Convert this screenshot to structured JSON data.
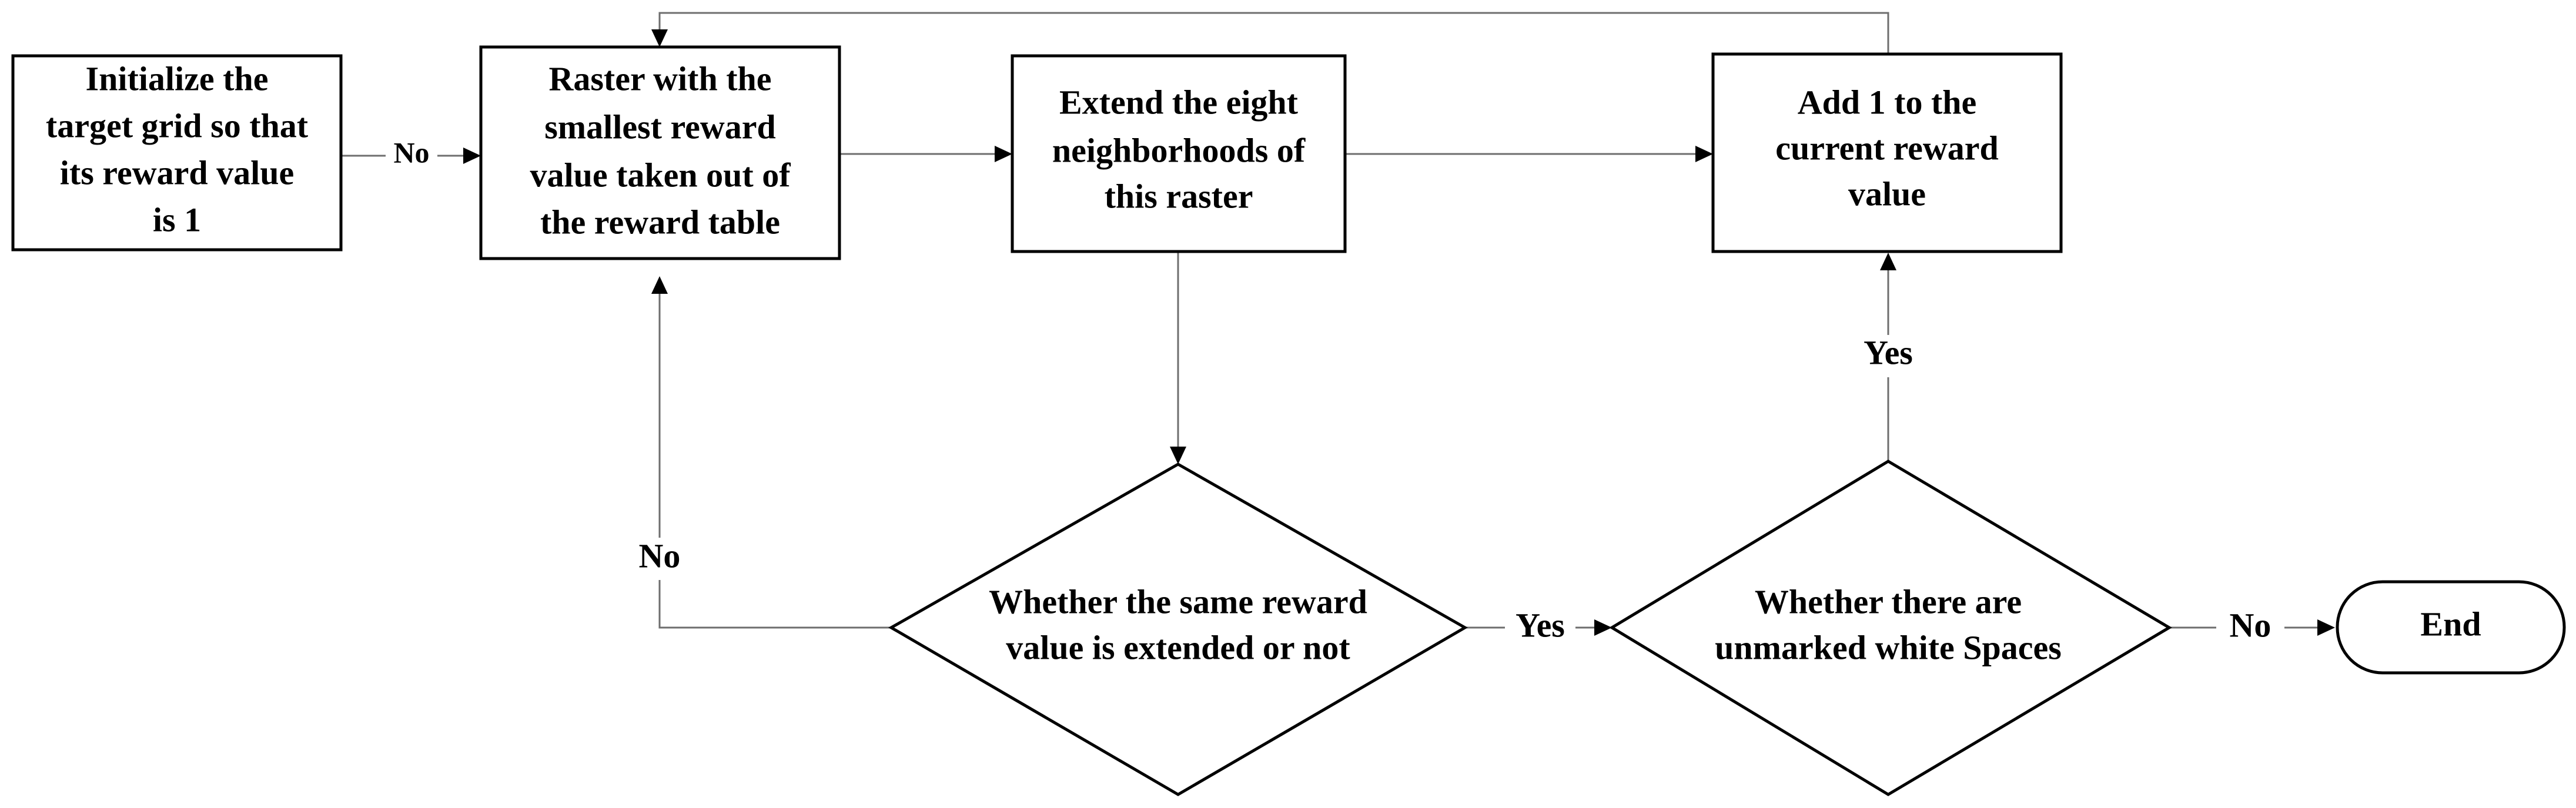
{
  "nodes": {
    "init": {
      "lines": [
        "Initialize the",
        "target grid so that",
        "its reward value",
        "is 1"
      ]
    },
    "raster": {
      "lines": [
        "Raster with the",
        "smallest reward",
        "value taken out of",
        "the reward table"
      ]
    },
    "extend": {
      "lines": [
        "Extend the eight",
        "neighborhoods of",
        "this raster"
      ]
    },
    "add": {
      "lines": [
        "Add 1 to the",
        "current reward",
        "value"
      ]
    },
    "same": {
      "lines": [
        "Whether the same reward",
        "value is extended or not"
      ]
    },
    "unmarked": {
      "lines": [
        "Whether there are",
        "unmarked white Spaces"
      ]
    },
    "end": {
      "lines": [
        "End"
      ]
    }
  },
  "edges": {
    "init_to_raster": "No",
    "same_to_raster": "No",
    "same_to_unmarked": "Yes",
    "unmarked_to_add": "Yes",
    "unmarked_to_end": "No"
  }
}
